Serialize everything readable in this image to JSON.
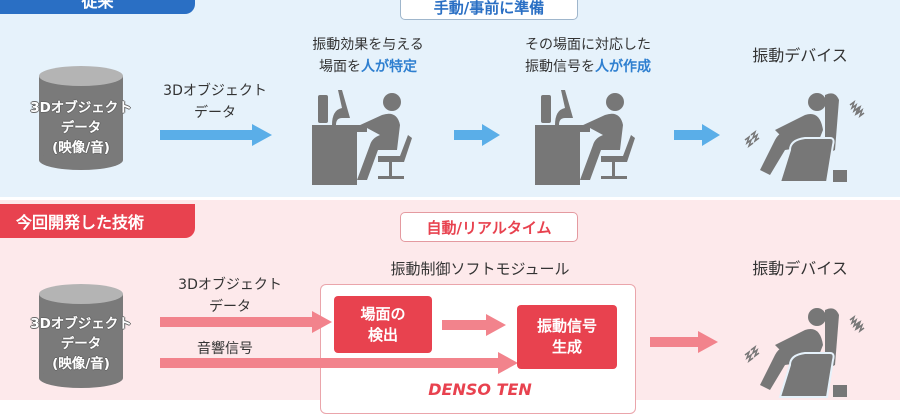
{
  "conventional": {
    "badge": "従来",
    "mode": "手動/事前に準備",
    "source": {
      "line1": "3Dオブジェクト",
      "line2": "データ",
      "line3": "(映像/音)"
    },
    "arrow_label": {
      "line1": "3Dオブジェクト",
      "line2": "データ"
    },
    "step1": {
      "line1": "振動効果を与える",
      "line2_plain": "場面を",
      "line2_em": "人が特定"
    },
    "step2": {
      "line1": "その場面に対応した",
      "line2_plain": "振動信号を",
      "line2_em": "人が作成"
    },
    "device": "振動デバイス"
  },
  "new_tech": {
    "badge": "今回開発した技術",
    "mode": "自動/リアルタイム",
    "module_title": "振動制御ソフトモジュール",
    "source": {
      "line1": "3Dオブジェクト",
      "line2": "データ",
      "line3": "(映像/音)"
    },
    "arrow1_label": {
      "line1": "3Dオブジェクト",
      "line2": "データ"
    },
    "arrow2_label": "音響信号",
    "detect": {
      "line1": "場面の",
      "line2": "検出"
    },
    "generate": {
      "line1": "振動信号",
      "line2": "生成"
    },
    "logo": "DENSO TEN",
    "device": "振動デバイス"
  },
  "colors": {
    "blue": "#2a6fc4",
    "red": "#e8424f",
    "gray": "#767676"
  }
}
